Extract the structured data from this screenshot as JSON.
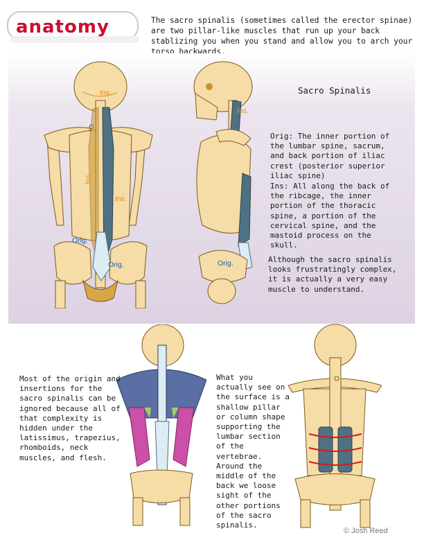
{
  "logo": {
    "text": "anatomy"
  },
  "intro": "The sacro spinalis (sometimes called the erector spinae) are two pillar-like muscles that run up your back stablizing you when you stand and allow you to arch your torso backwards.",
  "panel": {
    "title": "Sacro Spinalis",
    "origin": "Orig:  The inner portion of the lumbar spine, sacrum, and back portion of iliac crest (posterior superior iliac spine)",
    "insertion": "Ins:  All along the back of the ribcage, the inner portion of the thoracic spine, a portion of the cervical spine, and the mastoid process on the skull.",
    "note": "Although the sacro spinalis looks frustratingly complex, it is actually a very easy muscle to understand."
  },
  "figure_labels": {
    "ins": "Ins.",
    "orig": "Orig."
  },
  "bottom_left_text": "Most of the origin and insertions for the sacro spinalis can be ignored because all of that complexity is hidden under the latissimus, trapezius, rhomboids, neck muscles, and flesh.",
  "bottom_mid_text": "What you actually see on the surface is a shallow pillar or column shape supporting the lumbar section of the vertebrae. Around the middle of the back we loose sight of the other portions of the sacro spinalis.",
  "copyright": "© Josh Reed",
  "colors": {
    "logo_red": "#c8102e",
    "bone": "#f6dca6",
    "bone_outline": "#7a5a1e",
    "bone_shadow": "#c9952e",
    "muscle": "#4e7184",
    "muscle_light": "#dcecf3",
    "label_orange": "#e8891c",
    "label_blue": "#1f5fa8",
    "trapezius": "#5a6fa3",
    "latissimus": "#cc4fa8",
    "rhomboid": "#a8c86a",
    "panel_bg": "#ddd2e2"
  }
}
